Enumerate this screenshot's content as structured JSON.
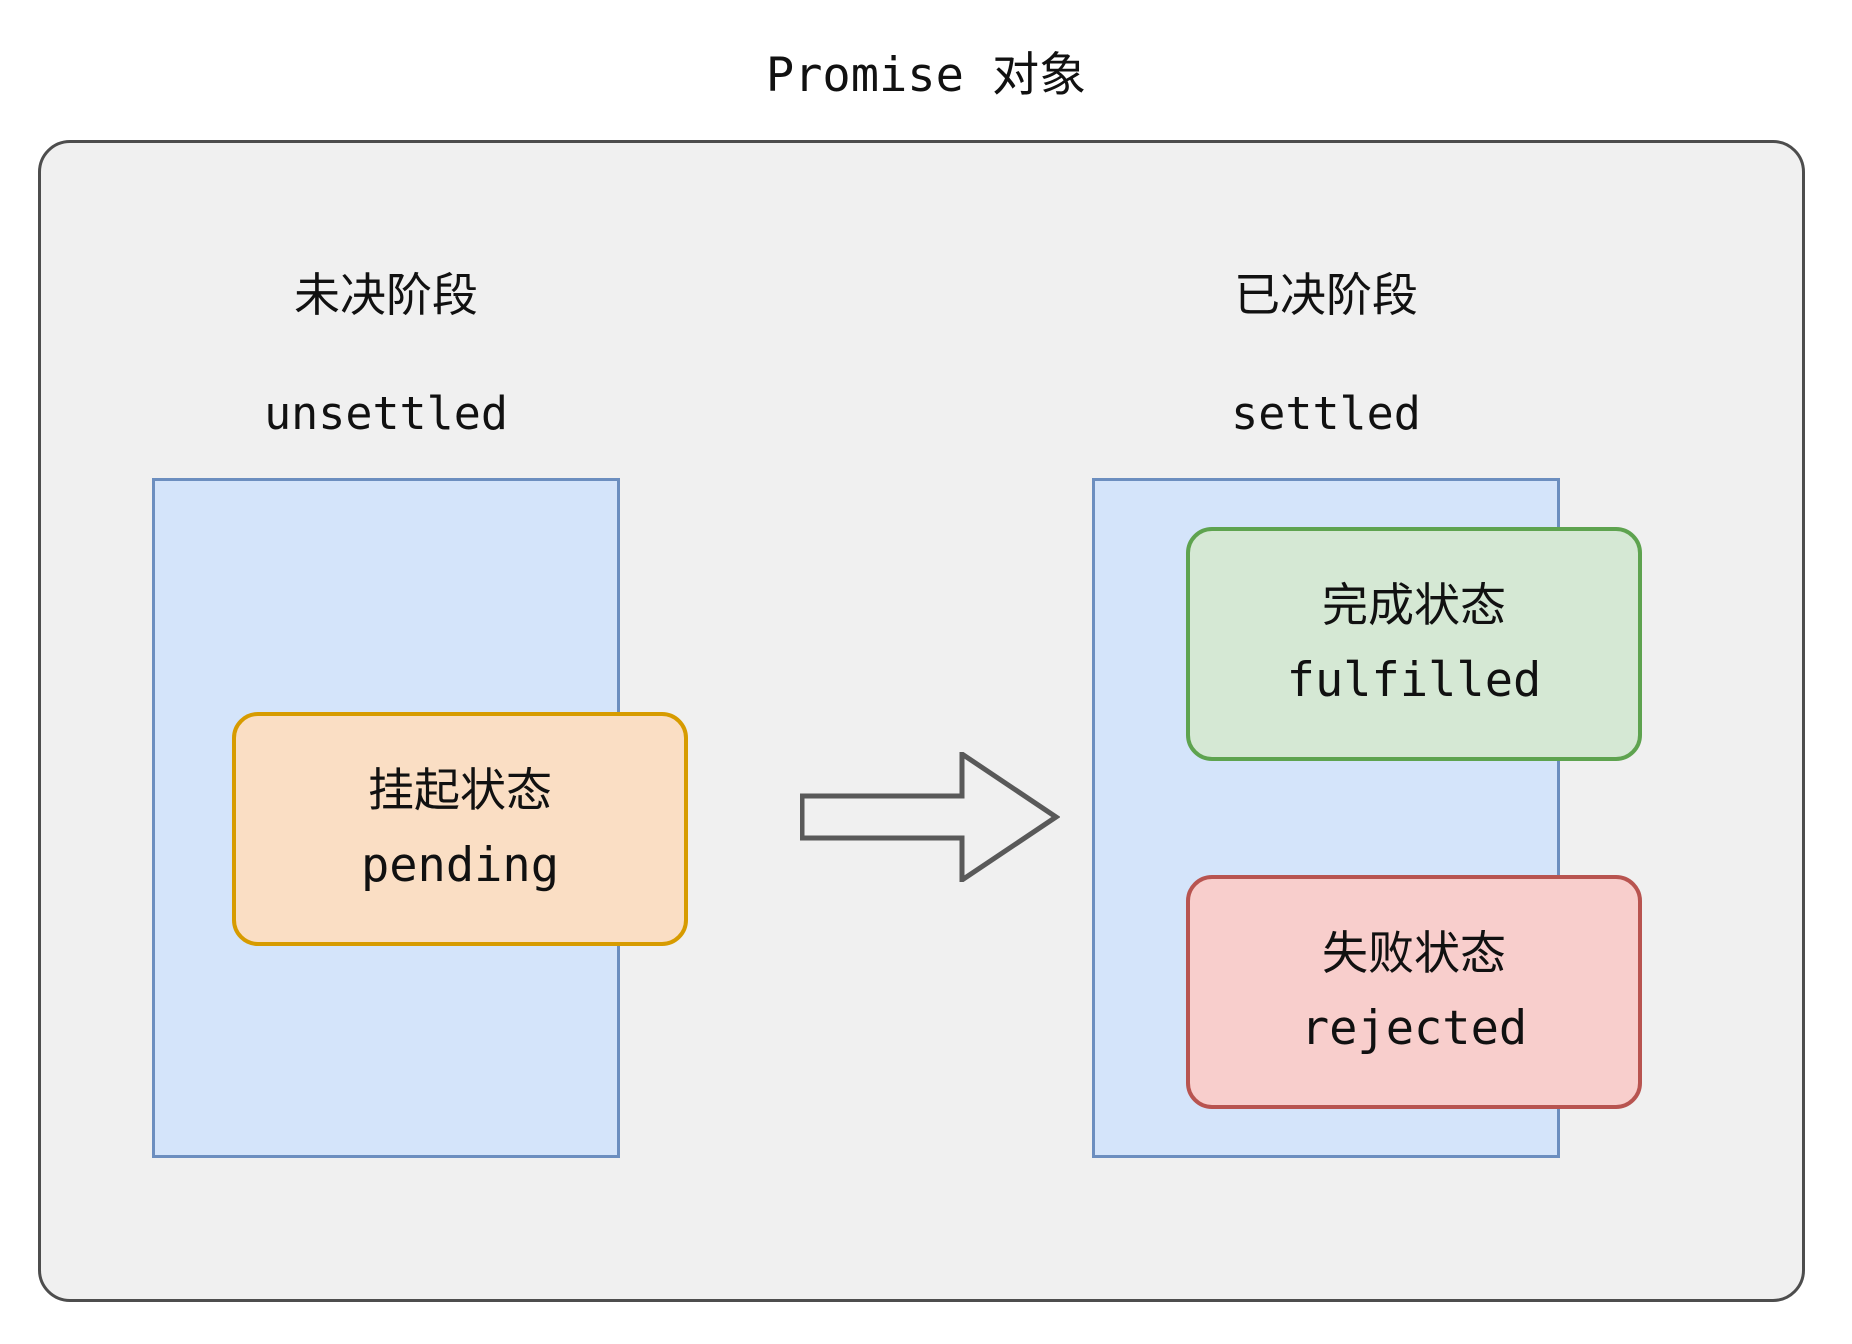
{
  "diagram": {
    "title": "Promise 对象",
    "background_color": "#ffffff",
    "container": {
      "fill": "#f0f0f0",
      "stroke": "#4d4d4d"
    },
    "phases": [
      {
        "id": "unsettled",
        "heading_cn": "未决阶段",
        "heading_en": "unsettled",
        "panel_fill": "#d4e4fa",
        "panel_stroke": "#6c8ebf",
        "states": [
          {
            "id": "pending",
            "label_cn": "挂起状态",
            "label_en": "pending",
            "fill": "#fadec4",
            "stroke": "#d79b00"
          }
        ]
      },
      {
        "id": "settled",
        "heading_cn": "已决阶段",
        "heading_en": "settled",
        "panel_fill": "#d4e4fa",
        "panel_stroke": "#6c8ebf",
        "states": [
          {
            "id": "fulfilled",
            "label_cn": "完成状态",
            "label_en": "fulfilled",
            "fill": "#d5e8d4",
            "stroke": "#5ea34f"
          },
          {
            "id": "rejected",
            "label_cn": "失败状态",
            "label_en": "rejected",
            "fill": "#f8cecc",
            "stroke": "#b85450"
          }
        ]
      }
    ],
    "arrow": {
      "name": "right-arrow-icon",
      "direction": "right",
      "from": "unsettled",
      "to": "settled",
      "stroke": "#595959",
      "fill": "none"
    }
  }
}
